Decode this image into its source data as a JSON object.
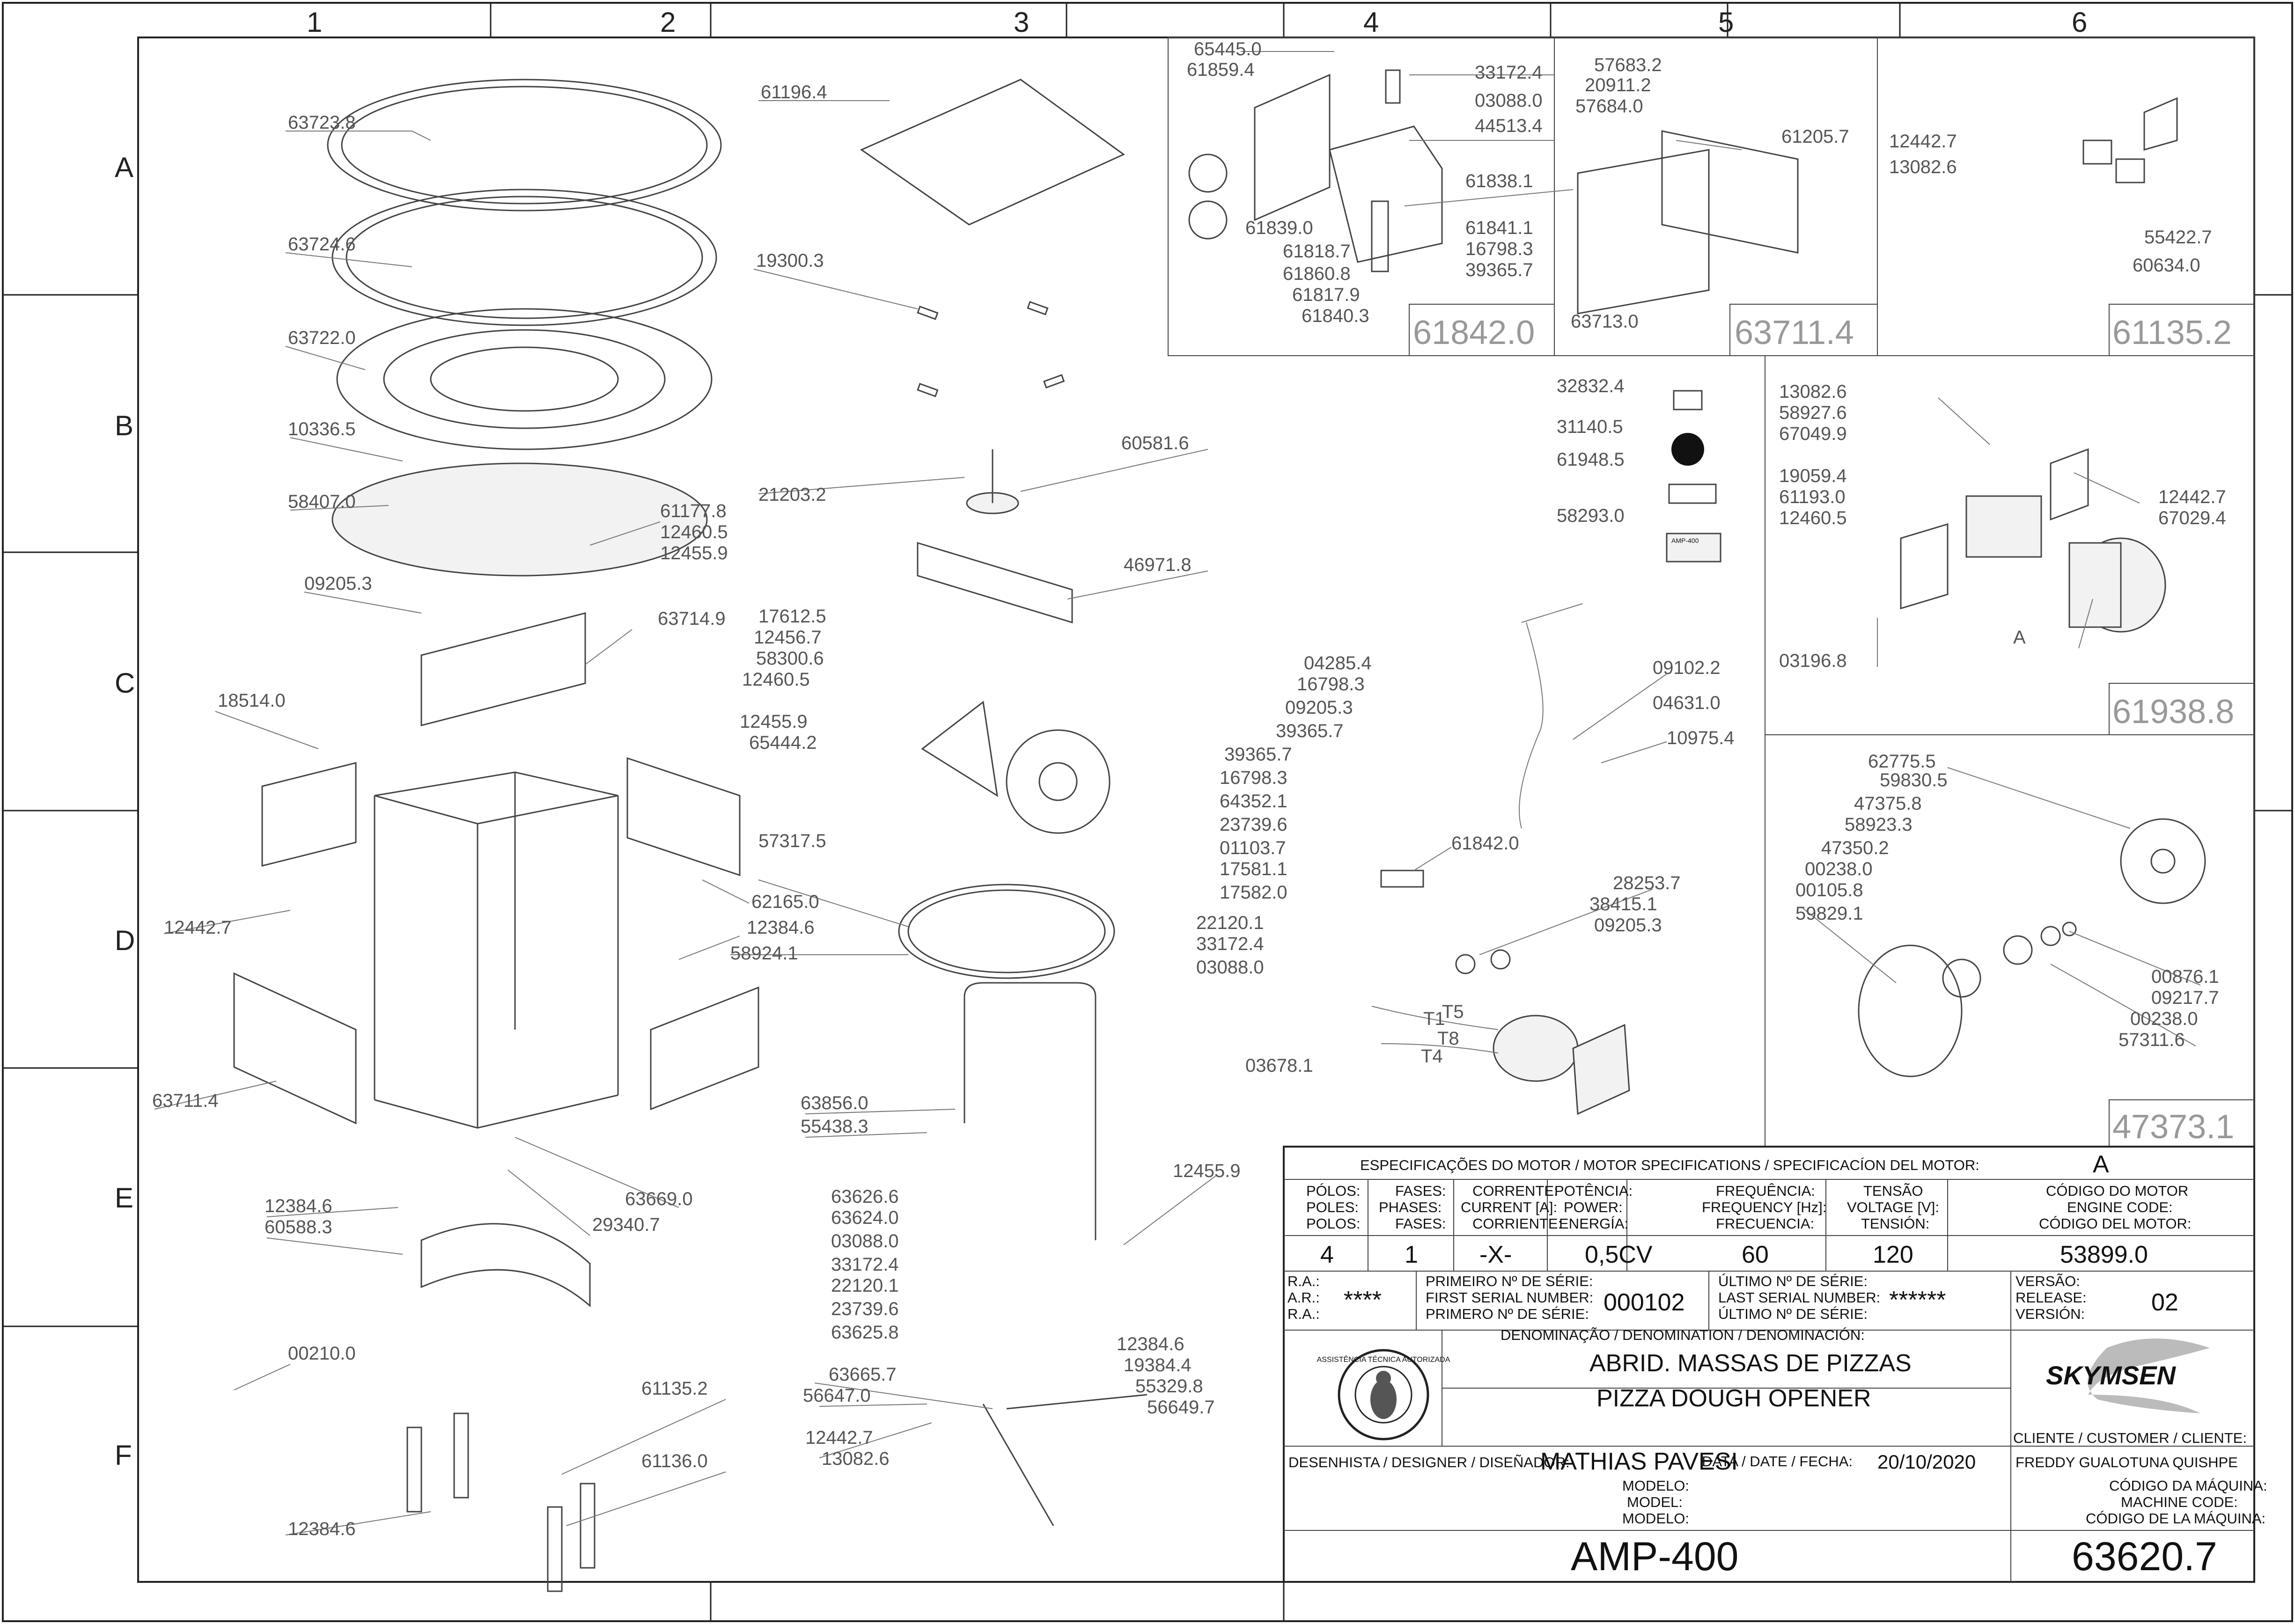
{
  "grid": {
    "columns": [
      "1",
      "2",
      "3",
      "4",
      "5",
      "6"
    ],
    "rows": [
      "A",
      "B",
      "C",
      "D",
      "E",
      "F"
    ]
  },
  "part_labels": [
    "63723.8",
    "63724.6",
    "63722.0",
    "10336.5",
    "58407.0",
    "61177.8",
    "12460.5",
    "12455.9",
    "09205.3",
    "63714.9",
    "18514.0",
    "12442.7",
    "62165.0",
    "12384.6",
    "63711.4",
    "63669.0",
    "29340.7",
    "12384.6",
    "60588.3",
    "00210.0",
    "61135.2",
    "61136.0",
    "12384.6",
    "61196.4",
    "19300.3",
    "21203.2",
    "60581.6",
    "46971.8",
    "17612.5",
    "12456.7",
    "58300.6",
    "12460.5",
    "12455.9",
    "65444.2",
    "57317.5",
    "58924.1",
    "63856.0",
    "55438.3",
    "63626.6",
    "63624.0",
    "03088.0",
    "33172.4",
    "22120.1",
    "23739.6",
    "63625.8",
    "12455.9",
    "63665.7",
    "56647.0",
    "12442.7",
    "13082.6",
    "12384.6",
    "19384.4",
    "55329.8",
    "56649.7",
    "65445.0",
    "61859.4",
    "33172.4",
    "03088.0",
    "44513.4",
    "61838.1",
    "61839.0",
    "61841.1",
    "61818.7",
    "16798.3",
    "61860.8",
    "39365.7",
    "61817.9",
    "61840.3",
    "57683.2",
    "20911.2",
    "57684.0",
    "61205.7",
    "63713.0",
    "12442.7",
    "13082.6",
    "55422.7",
    "60634.0",
    "32832.4",
    "31140.5",
    "61948.5",
    "58293.0",
    "13082.6",
    "58927.6",
    "67049.9",
    "19059.4",
    "61193.0",
    "12460.5",
    "12442.7",
    "67029.4",
    "A",
    "03196.8",
    "04285.4",
    "16798.3",
    "09205.3",
    "39365.7",
    "39365.7",
    "16798.3",
    "64352.1",
    "23739.6",
    "01103.7",
    "17581.1",
    "17582.0",
    "61842.0",
    "22120.1",
    "33172.4",
    "03088.0",
    "09102.2",
    "04631.0",
    "10975.4",
    "28253.7",
    "38415.1",
    "09205.3",
    "03678.1",
    "62775.5",
    "59830.5",
    "47375.8",
    "58923.3",
    "47350.2",
    "00238.0",
    "00105.8",
    "59829.1",
    "00876.1",
    "09217.7",
    "00238.0",
    "57311.6"
  ],
  "detail_box_codes": [
    "61842.0",
    "63711.4",
    "61135.2",
    "61938.8",
    "47373.1"
  ],
  "motor_wire_labels": [
    "T5",
    "T1",
    "T8",
    "T4"
  ],
  "decal_text": "AMP-400",
  "title_block": {
    "motor_header": "ESPECIFICAÇÕES DO MOTOR / MOTOR SPECIFICATIONS / SPECIFICACÍON DEL MOTOR:",
    "motor_id": "A",
    "poles_label": [
      "PÓLOS:",
      "POLES:",
      "POLOS:"
    ],
    "phases_label": [
      "FASES:",
      "PHASES:",
      "FASES:"
    ],
    "current_label": [
      "CORRENTE:",
      "CURRENT [A]:",
      "CORRIENTE:"
    ],
    "power_label": [
      "POTÊNCIA:",
      "POWER:",
      "ENERGÍA:"
    ],
    "frequency_label": [
      "FREQUÊNCIA:",
      "FREQUENCY [Hz]:",
      "FRECUENCIA:"
    ],
    "voltage_label": [
      "TENSÃO",
      "VOLTAGE [V]:",
      "TENSIÓN:"
    ],
    "motor_code_label": [
      "CÓDIGO DO MOTOR",
      "ENGINE CODE:",
      "CÓDIGO DEL MOTOR:"
    ],
    "poles": "4",
    "phases": "1",
    "current": "-X-",
    "power": "0,5CV",
    "frequency": "60",
    "voltage": "120",
    "motor_code": "53899.0",
    "ra_label": [
      "R.A.:",
      "A.R.:",
      "R.A.:"
    ],
    "ra_value": "****",
    "first_serial_label": [
      "PRIMEIRO Nº DE SÉRIE:",
      "FIRST SERIAL NUMBER:",
      "PRIMERO Nº DE SÉRIE:"
    ],
    "first_serial": "000102",
    "last_serial_label": [
      "ÚLTIMO Nº DE SÉRIE:",
      "LAST SERIAL NUMBER:",
      "ÚLTIMO Nº DE SÉRIE:"
    ],
    "last_serial": "******",
    "release_label": [
      "VERSÃO:",
      "RELEASE:",
      "VERSIÓN:"
    ],
    "release": "02",
    "denomination_label": "DENOMINAÇÃO / DENOMINATION / DENOMINACIÓN:",
    "name_pt": "ABRID. MASSAS DE PIZZAS",
    "name_en": "PIZZA DOUGH OPENER",
    "seal_text": "ASSISTÊNCIA TÉCNICA AUTORIZADA",
    "brand": "SKYMSEN",
    "customer_label": "CLIENTE / CUSTOMER / CLIENTE:",
    "customer": "FREDDY GUALOTUNA QUISHPE",
    "designer_label": "DESENHISTA / DESIGNER / DISEÑADOR:",
    "designer": "MATHIAS PAVESI",
    "date_label": "DATA / DATE / FECHA:",
    "date": "20/10/2020",
    "model_label": [
      "MODELO:",
      "MODEL:",
      "MODELO:"
    ],
    "model": "AMP-400",
    "machine_code_label": [
      "CÓDIGO DA MÁQUINA:",
      "MACHINE CODE:",
      "CÓDIGO DE LA MÁQUINA:"
    ],
    "machine_code": "63620.7"
  }
}
